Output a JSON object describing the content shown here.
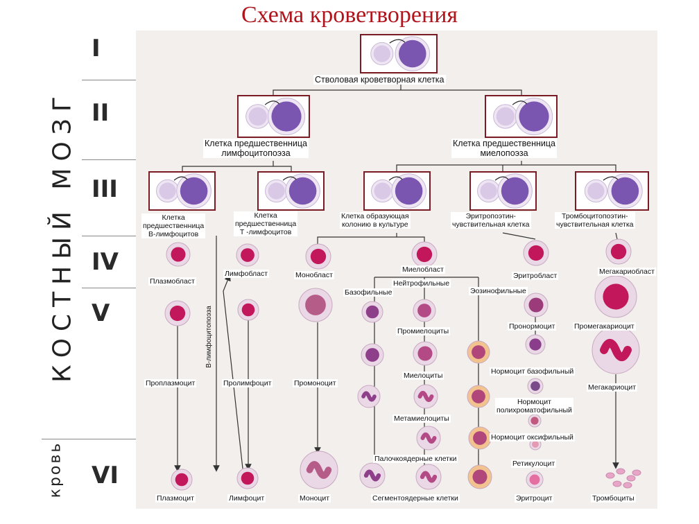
{
  "title": "Схема кроветворения",
  "rail": {
    "bone_marrow": "КОСТНЫЙ МОЗГ",
    "blood": "кровь",
    "classes": [
      "I",
      "II",
      "III",
      "IV",
      "V",
      "VI"
    ]
  },
  "labels": {
    "stem": "Стволовая кроветворная клетка",
    "lymph_prog": "Клетка предшественница\nлимфоцитопоэза",
    "myelo_prog": "Клетка предшественница\nмиелопоэза",
    "b_prog": "Клетка\nпредшественница\nВ-лимфоцитов",
    "t_prog": "Клетка\nпредшественница\nТ -лимфоцитов",
    "cfu": "Клетка образующая\nколонию в культуре",
    "epo": "Эритропоэтин-\nчувствительная клетка",
    "tpo": "Тромбоцитопоэтин-\nчувствительная клетка",
    "plasmoblast": "Плазмобласт",
    "lymphoblast": "Лимфобласт",
    "monoblast": "Монобласт",
    "myeloblast": "Миелобласт",
    "erythroblast": "Эритробласт",
    "megakaryoblast": "Мегакариобласт",
    "neutrophilic": "Нейтрофильные",
    "basophilic": "Базофильные",
    "eosinophilic": "Эозинофильные",
    "promyelocytes": "Промиелоциты",
    "pronormocyte": "Пронормоцит",
    "promegakaryocyte": "Промегакариоцит",
    "b_lymphopoiesis": "В-лимфоцитопоэза",
    "normocyte_baso": "Нормоцит базофильный",
    "myelocytes": "Миелоциты",
    "proplasmocyte": "Проплазмоцит",
    "prolymphocyte": "Пролимфоцит",
    "promonocyte": "Промоноцит",
    "megakaryocyte": "Мегакариоцит",
    "normocyte_poly": "Нормоцит\nполихроматофильный",
    "metamyelocytes": "Метамиелоциты",
    "normocyte_oxy": "Нормоцит оксифильный",
    "band": "Палочкоядерные клетки",
    "reticulocyte": "Ретикулоцит",
    "plasmocyte": "Плазмоцит",
    "lymphocyte": "Лимфоцит",
    "monocyte": "Моноцит",
    "segmented": "Сегментоядерные клетки",
    "erythrocyte": "Эритроцит",
    "thrombocytes": "Тромбоциты"
  },
  "colors": {
    "title": "#b0141c",
    "frame": "#7a1a22",
    "line": "#333333",
    "cell_light": "#d9c9e6",
    "cell_dark": "#7b56b0",
    "nucleus_red": "#c2185b",
    "eosinophil": "#e89a4a"
  }
}
